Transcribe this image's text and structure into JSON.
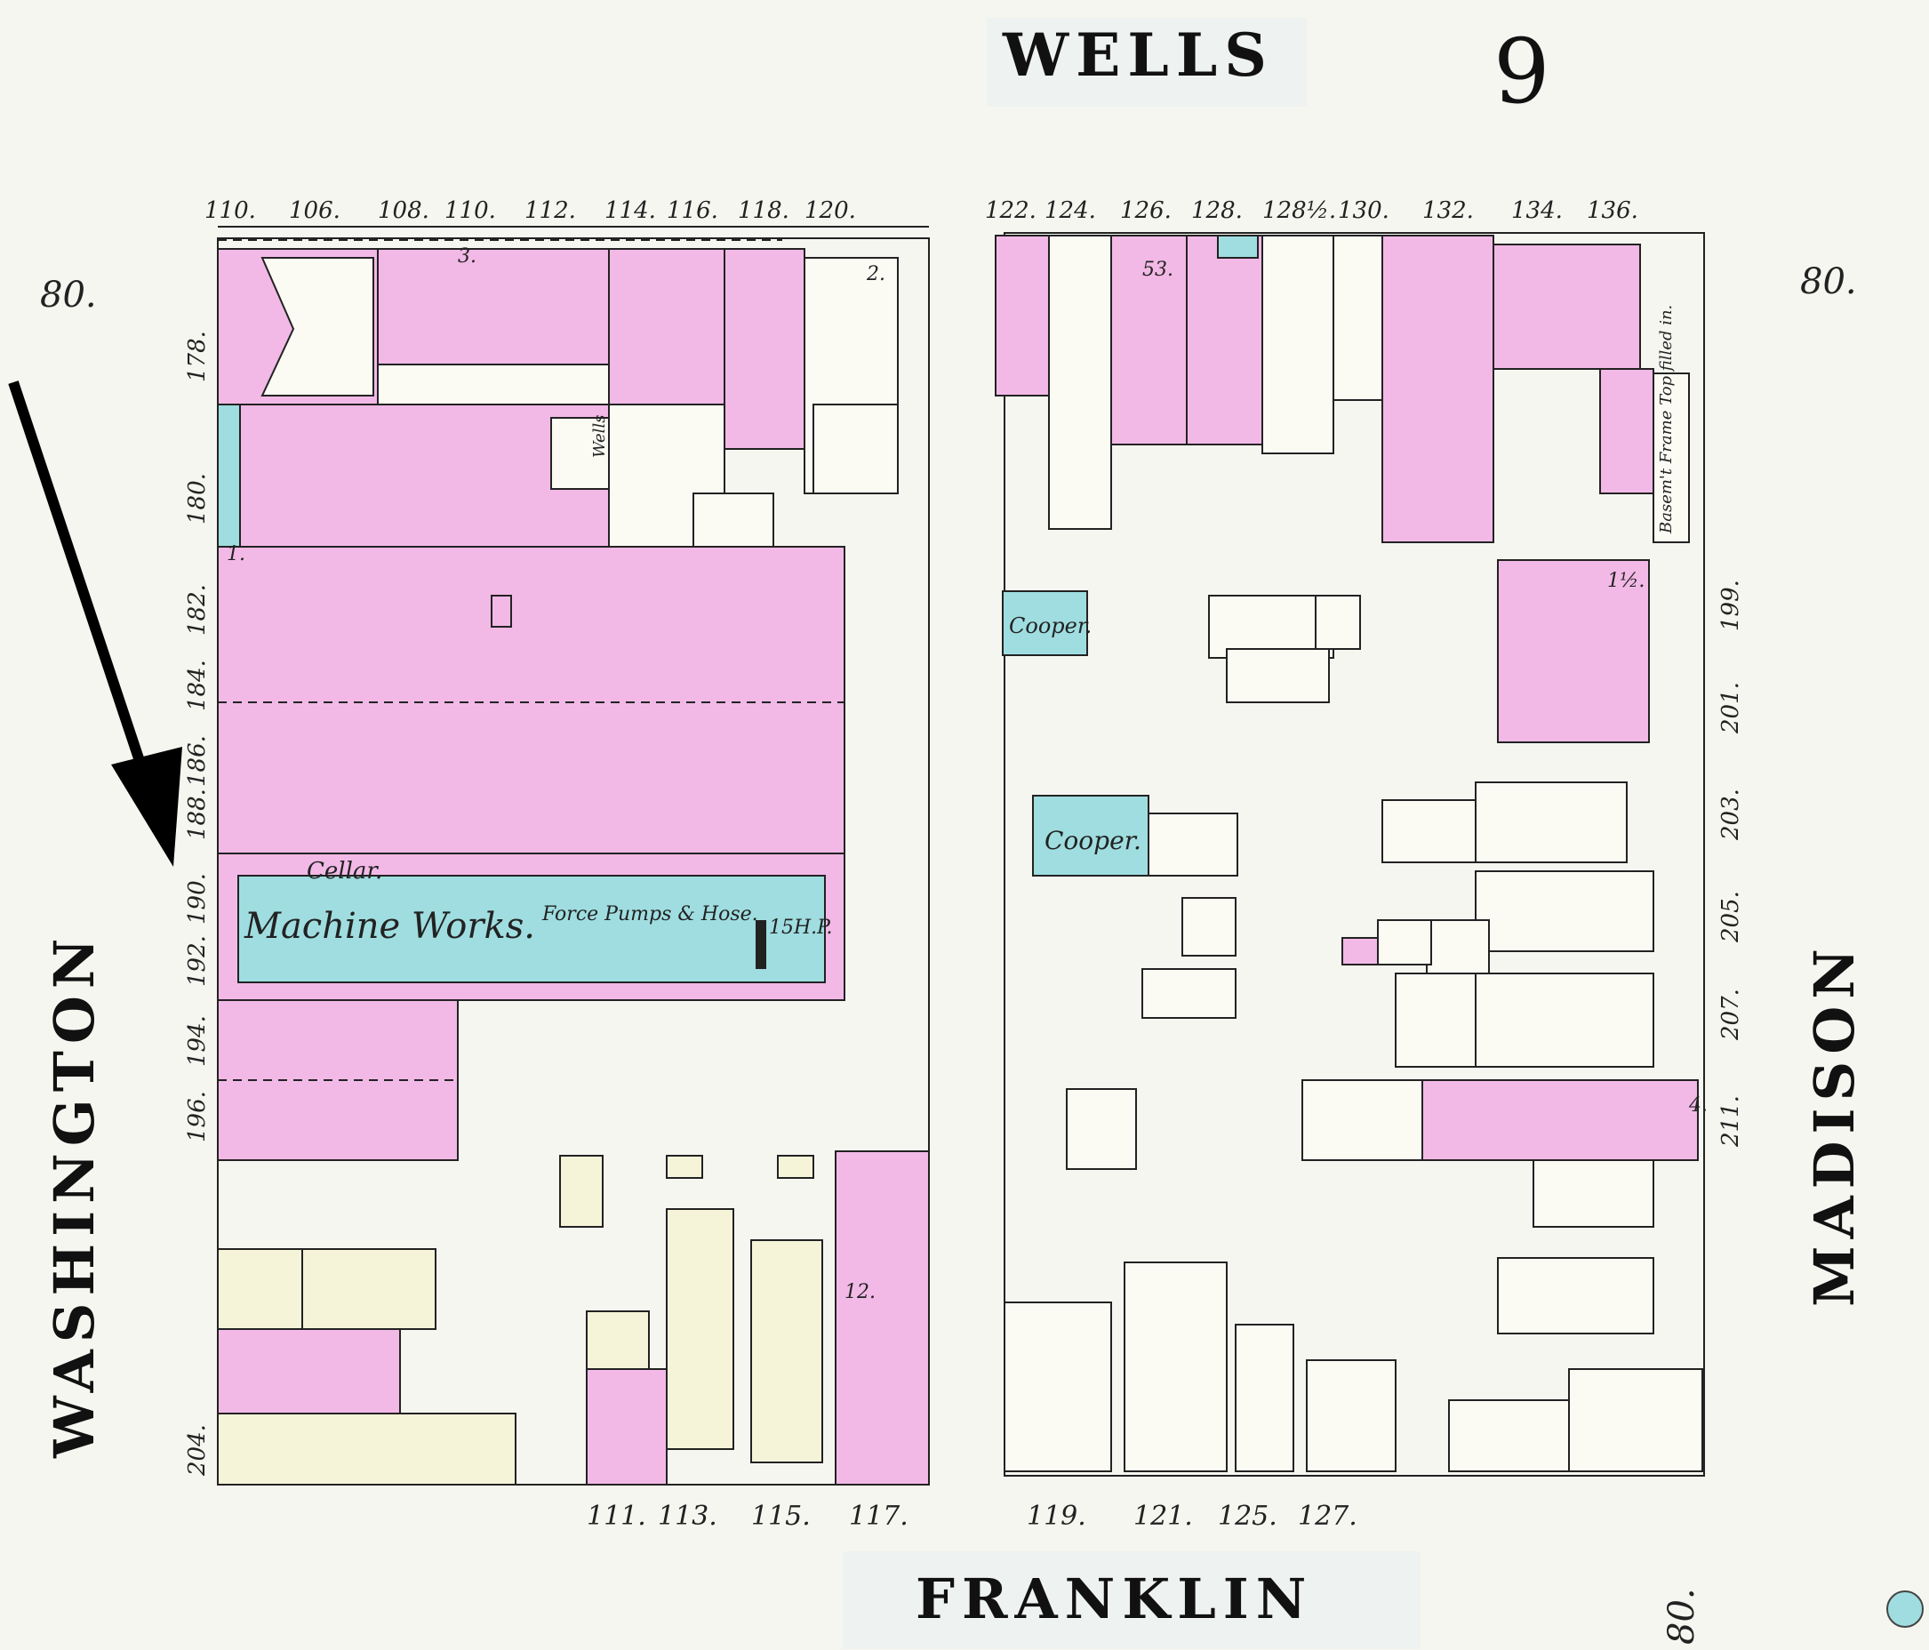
{
  "sheet_number": "9",
  "streets": {
    "top": "WELLS",
    "bottom": "FRANKLIN",
    "left": "WASHINGTON",
    "right": "MADISON"
  },
  "street_widths": [
    "80.",
    "80.",
    "80."
  ],
  "top_address_numbers": [
    "110.",
    "106.",
    "108.",
    "110.",
    "112.",
    "114.",
    "116.",
    "118.",
    "120.",
    "122.",
    "124.",
    "126.",
    "128.",
    "128½.",
    "130.",
    "132.",
    "134.",
    "136."
  ],
  "bottom_address_numbers": [
    "111.",
    "113.",
    "115.",
    "117.",
    "119.",
    "121.",
    "125.",
    "127."
  ],
  "left_address_numbers": [
    "178.",
    "180.",
    "182.",
    "184.",
    "186.",
    "188.",
    "190.",
    "192.",
    "194.",
    "196.",
    "204."
  ],
  "right_address_numbers": [
    "199.",
    "201.",
    "203.",
    "205.",
    "207.",
    "211."
  ],
  "labels": {
    "machine_works": "Machine Works.",
    "force_pumps": "Force Pumps & Hose.",
    "cellar": "Cellar.",
    "hp": "15H.P.",
    "cooper_1": "Cooper.",
    "cooper_2": "Cooper.",
    "basement_note": "Basem't Frame Top filled in.",
    "wells_note": "Wells"
  },
  "story_marks": [
    "1.",
    "2.",
    "3.",
    "4.",
    "53.",
    "1½.",
    "12."
  ],
  "colors": {
    "brick": "#f2b9e6",
    "frame": "#fbfbf4",
    "special": "#9fdde0",
    "cream": "#f5f3d8"
  }
}
